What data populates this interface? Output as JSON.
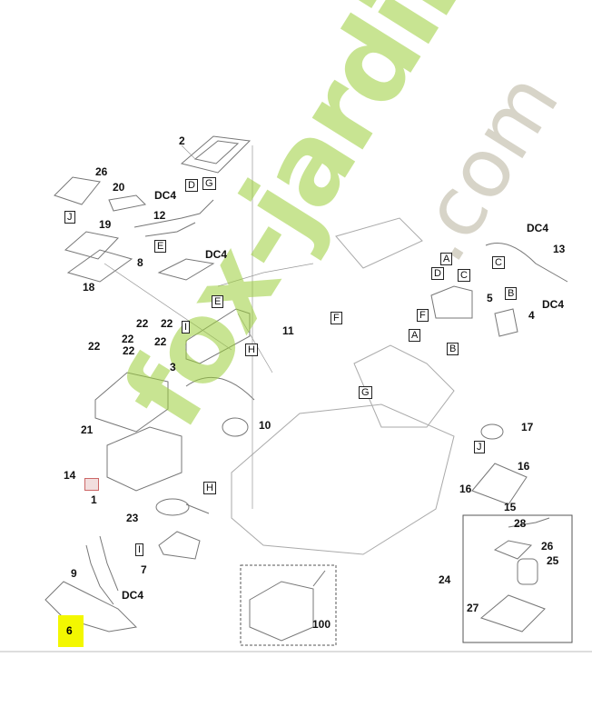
{
  "watermark": {
    "main": "fox-jardin",
    "suffix": ".com"
  },
  "highlighted_part": "6",
  "callouts": [
    "2",
    "26",
    "20",
    "DC4",
    "12",
    "19",
    "18",
    "8",
    "DC4",
    "22",
    "22",
    "22",
    "22",
    "22",
    "22",
    "3",
    "11",
    "5",
    "4",
    "DC4",
    "13",
    "DC4",
    "21",
    "10",
    "17",
    "16",
    "16",
    "15",
    "14",
    "1",
    "23",
    "28",
    "26",
    "25",
    "24",
    "27",
    "9",
    "7",
    "DC4",
    "100"
  ],
  "connectors": [
    "D",
    "G",
    "J",
    "E",
    "E",
    "I",
    "H",
    "F",
    "A",
    "D",
    "C",
    "F",
    "B",
    "C",
    "A",
    "B",
    "G",
    "J",
    "H",
    "I"
  ]
}
